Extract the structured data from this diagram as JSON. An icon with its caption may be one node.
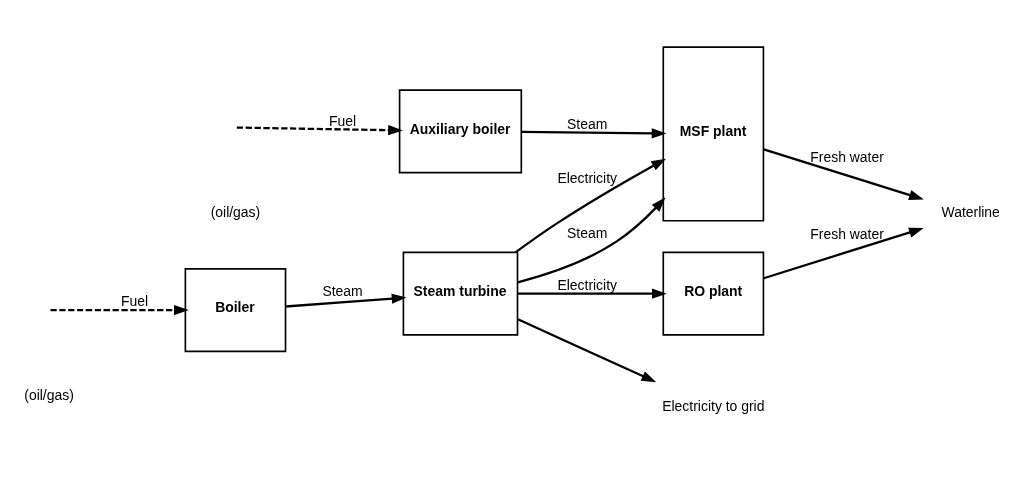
{
  "diagram": {
    "nodes": [
      {
        "text": [
          "Boiler"
        ]
      },
      {
        "text": [
          "Steam turbine"
        ]
      },
      {
        "text": [
          "RO plant"
        ]
      },
      {
        "text": [
          "MSF plant"
        ]
      },
      {
        "text": [
          "Auxiliary boiler"
        ]
      },
      {
        "text": [
          "Electricity to grid"
        ]
      },
      {
        "text": [
          "Waterline"
        ]
      }
    ],
    "edges": [
      {
        "from": null,
        "to": 0,
        "arrow": "to",
        "style": "dashed",
        "label": "Fuel"
      },
      {
        "from": 0,
        "to": 1,
        "arrow": "to",
        "label": "Steam"
      },
      {
        "from": 1,
        "to": 5,
        "arrow": "to"
      },
      {
        "from": 1,
        "to": 2,
        "arrow": "to",
        "label": "Electricity"
      },
      {
        "from": 1,
        "to": 3,
        "arrow": "to",
        "label": "Electricity"
      },
      {
        "from": 1,
        "to": 3,
        "arrow": "to",
        "label": "Steam"
      },
      {
        "from": null,
        "to": 4,
        "arrow": "to",
        "style": "dashed",
        "label": "Fuel"
      },
      {
        "from": 4,
        "to": 3,
        "arrow": "to",
        "label": "Steam"
      },
      {
        "from": 2,
        "to": 6,
        "arrow": "to",
        "label": "Fresh water"
      },
      {
        "from": 3,
        "to": 6,
        "arrow": "to",
        "label": "Fresh water"
      }
    ],
    "labels": [
      "(oil/gas)",
      "(oil/gas)"
    ]
  }
}
